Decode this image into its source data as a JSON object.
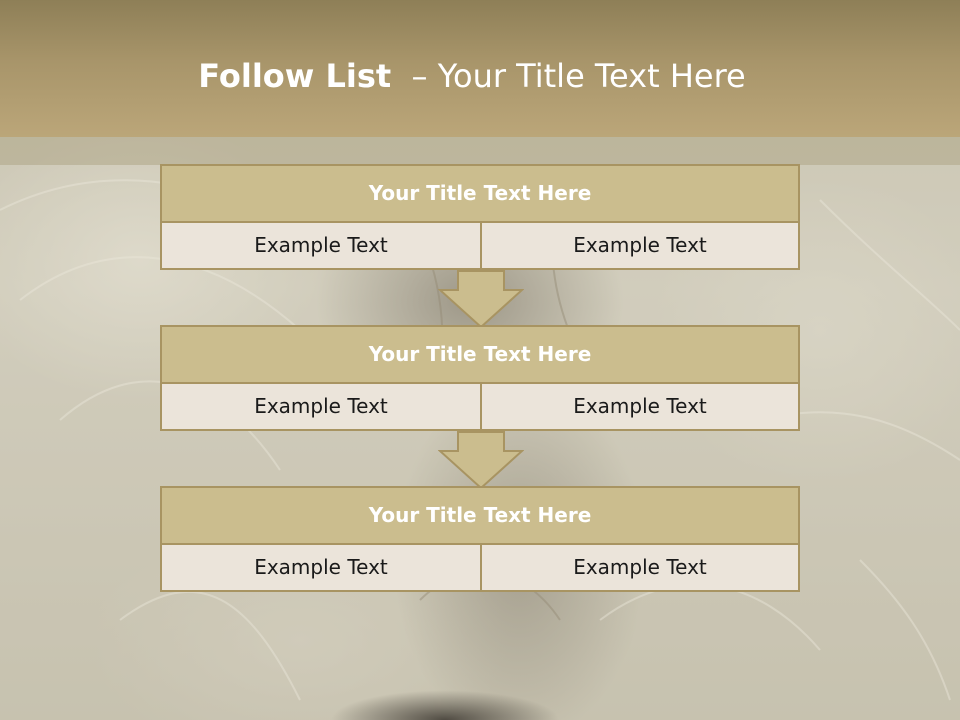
{
  "header": {
    "title_bold": "Follow List",
    "title_rest": "  – Your Title Text Here"
  },
  "steps": [
    {
      "title": "Your Title Text Here",
      "left": "Example Text",
      "right": "Example Text"
    },
    {
      "title": "Your Title Text Here",
      "left": "Example Text",
      "right": "Example Text"
    },
    {
      "title": "Your Title Text Here",
      "left": "Example Text",
      "right": "Example Text"
    }
  ],
  "colors": {
    "header_top": "#8e7f57",
    "header_bottom": "#bba679",
    "box_title_fill": "#cbbd8e",
    "box_border": "#a89462",
    "box_body_fill": "#ebe4da",
    "title_text": "#ffffff"
  },
  "icons": {
    "connector": "down-arrow-icon"
  }
}
